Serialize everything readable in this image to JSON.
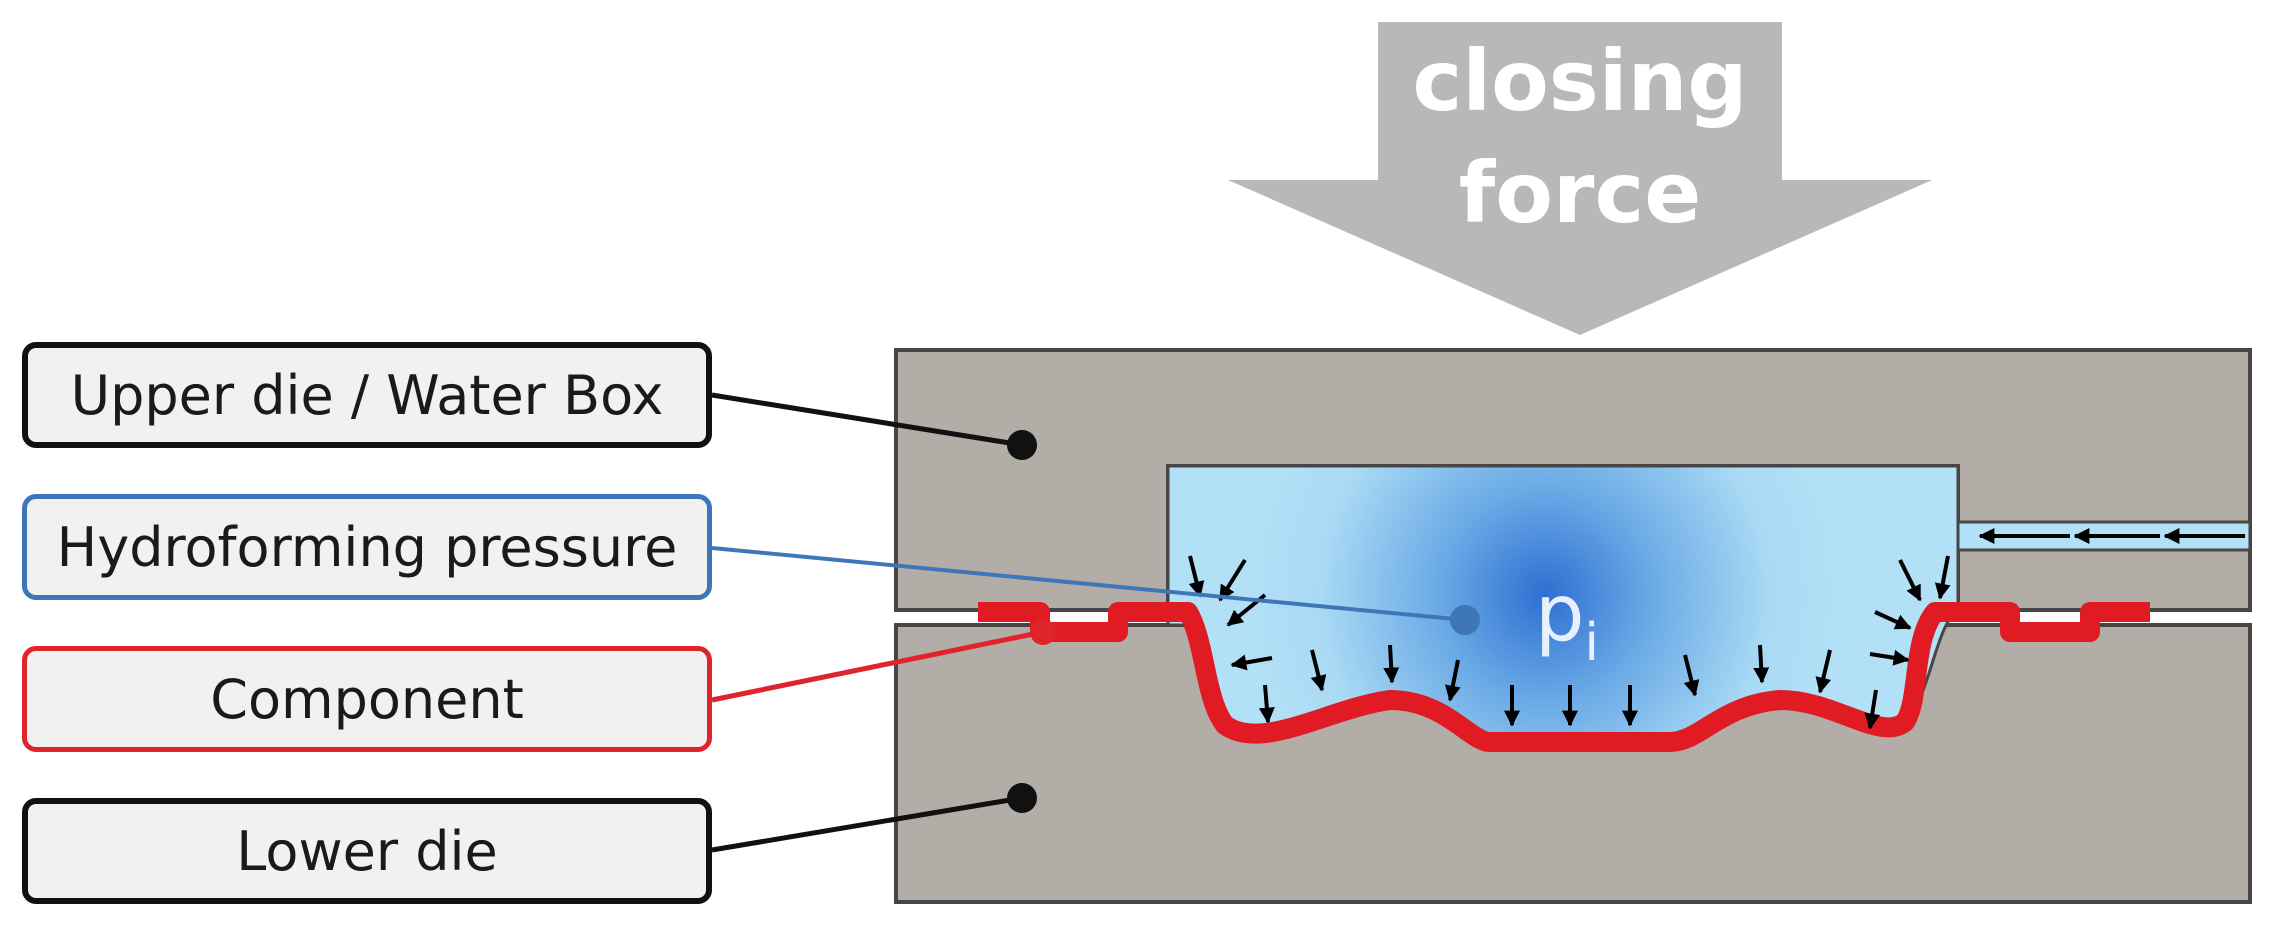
{
  "closing_force": {
    "line1": "closing",
    "line2": "force",
    "arrow_color": "#b8b8b8"
  },
  "pressure_symbol": {
    "base": "p",
    "subscript": "i"
  },
  "labels": [
    {
      "id": "upper-die",
      "text": "Upper die / Water Box",
      "color": "#111111"
    },
    {
      "id": "hydroforming-pressure",
      "text": "Hydroforming pressure",
      "color": "#3f76b8"
    },
    {
      "id": "component",
      "text": "Component",
      "color": "#e0242c"
    },
    {
      "id": "lower-die",
      "text": "Lower die",
      "color": "#111111"
    }
  ],
  "colors": {
    "die": "#b3ada8",
    "die_border": "#4a4545",
    "water": "#b2e0f6",
    "pressure_center": "#2e6fd1",
    "component": "#e01b23"
  }
}
